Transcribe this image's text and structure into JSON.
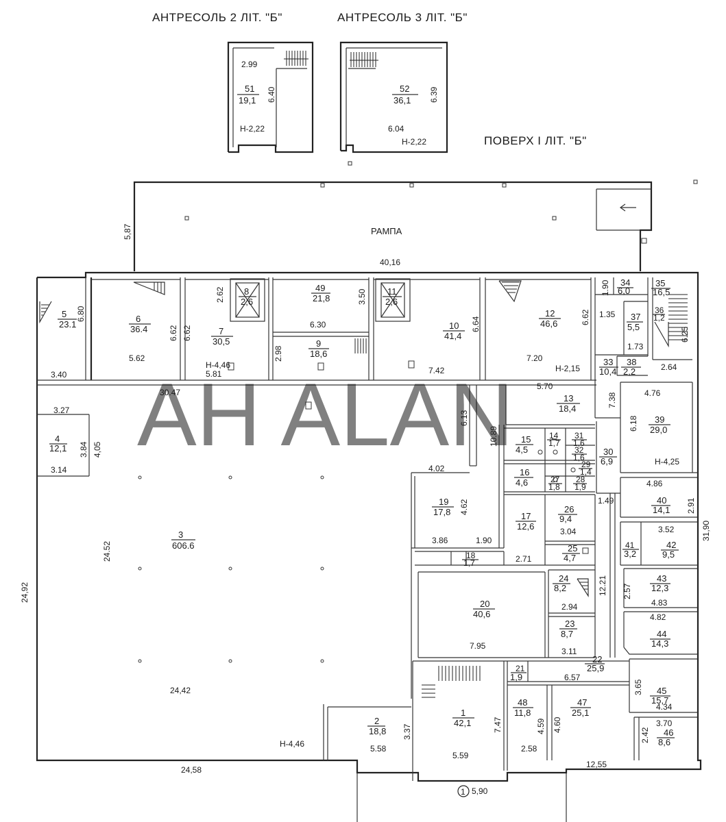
{
  "headers": {
    "mezz2": "АНТРЕСОЛЬ 2 ЛІТ. \"Б\"",
    "mezz3": "АНТРЕСОЛЬ 3 ЛІТ. \"Б\"",
    "floor": "ПОВЕРХ І ЛІТ. \"Б\"",
    "ramp": "РАМПА"
  },
  "watermark": "AH ALAN",
  "rooms": {
    "r1": {
      "n": "1",
      "a": "42,1"
    },
    "r2": {
      "n": "2",
      "a": "18,8"
    },
    "r3": {
      "n": "3",
      "a": "606.6"
    },
    "r4": {
      "n": "4",
      "a": "12,1"
    },
    "r5": {
      "n": "5",
      "a": "23.1"
    },
    "r6": {
      "n": "6",
      "a": "36.4"
    },
    "r7": {
      "n": "7",
      "a": "30,5"
    },
    "r8": {
      "n": "8",
      "a": "2,6"
    },
    "r9": {
      "n": "9",
      "a": "18,6"
    },
    "r10": {
      "n": "10",
      "a": "41,4"
    },
    "r11": {
      "n": "11",
      "a": "2,6"
    },
    "r12": {
      "n": "12",
      "a": "46,6"
    },
    "r13": {
      "n": "13",
      "a": "18,4"
    },
    "r14": {
      "n": "14",
      "a": "1,7"
    },
    "r15": {
      "n": "15",
      "a": "4,5"
    },
    "r16": {
      "n": "16",
      "a": "4,6"
    },
    "r17": {
      "n": "17",
      "a": "12,6"
    },
    "r18": {
      "n": "18",
      "a": "1,7"
    },
    "r19": {
      "n": "19",
      "a": "17,8"
    },
    "r20": {
      "n": "20",
      "a": "40,6"
    },
    "r21": {
      "n": "21",
      "a": "1,9"
    },
    "r22": {
      "n": "22",
      "a": "25,9"
    },
    "r23": {
      "n": "23",
      "a": "8,7"
    },
    "r24": {
      "n": "24",
      "a": "8,2"
    },
    "r25": {
      "n": "25",
      "a": "4,7"
    },
    "r26": {
      "n": "26",
      "a": "9,4"
    },
    "r27": {
      "n": "27",
      "a": "1,8"
    },
    "r28": {
      "n": "28",
      "a": "1,9"
    },
    "r29": {
      "n": "29",
      "a": "1,4"
    },
    "r30": {
      "n": "30",
      "a": "6,9"
    },
    "r31": {
      "n": "31",
      "a": "1,6"
    },
    "r32": {
      "n": "32",
      "a": "1,6"
    },
    "r33": {
      "n": "33",
      "a": "10,4"
    },
    "r34": {
      "n": "34",
      "a": "6,0"
    },
    "r35": {
      "n": "35",
      "a": "16,5"
    },
    "r36": {
      "n": "36",
      "a": "1,2"
    },
    "r37": {
      "n": "37",
      "a": "5,5"
    },
    "r38": {
      "n": "38",
      "a": "2,2"
    },
    "r39": {
      "n": "39",
      "a": "29,0"
    },
    "r40": {
      "n": "40",
      "a": "14,1"
    },
    "r41": {
      "n": "41",
      "a": "3,2"
    },
    "r42": {
      "n": "42",
      "a": "9,5"
    },
    "r43": {
      "n": "43",
      "a": "12,3"
    },
    "r44": {
      "n": "44",
      "a": "14,3"
    },
    "r45": {
      "n": "45",
      "a": "15,7"
    },
    "r46": {
      "n": "46",
      "a": "8,6"
    },
    "r47": {
      "n": "47",
      "a": "25,1"
    },
    "r48": {
      "n": "48",
      "a": "11,8"
    },
    "r49": {
      "n": "49",
      "a": "21,8"
    },
    "r51": {
      "n": "51",
      "a": "19,1"
    },
    "r52": {
      "n": "52",
      "a": "36,1"
    }
  },
  "heights": {
    "h51": "Н-2,22",
    "h52": "Н-2,22",
    "h7": "Н-4,46",
    "h12": "Н-2,15",
    "h39": "Н-4,25",
    "h2": "Н-4,46"
  },
  "dims": {
    "d_m51_w": "2.99",
    "d_m51_h": "6.40",
    "d_m52_h": "6.39",
    "d_m52_w": "6.04",
    "d_ramp_h": "5,87",
    "d_total_top": "40,16",
    "d5_h": "6.80",
    "d5_w": "3.40",
    "d6_h": "6.62",
    "d6_w": "5.62",
    "d7_h": "6.62",
    "d7_top": "2.62",
    "d7_w": "5.81",
    "d49_w": "6.30",
    "d49_h": "3.50",
    "d9_h": "2.98",
    "d10_h": "6.64",
    "d10_w": "7.42",
    "d12_h": "6.62",
    "d12_w": "7.20",
    "d34_h": "1.90",
    "d37_h": "1.35",
    "d37_w": "1.73",
    "d35_h": "6.25",
    "d35_w": "2.64",
    "d30_h": "7.38",
    "d39_w": "4.76",
    "d39_h": "6.18",
    "d13_w": "5.70",
    "d13_h": "6.13",
    "d3_w": "30.47",
    "d3_h": "24.52",
    "d3_bw": "24,42",
    "d4_w": "3.27",
    "d4_h": "3.84",
    "d4_h2": "4,05",
    "d4_bw": "3.14",
    "d_left_total": "24,92",
    "d_corr_h": "10.89",
    "d19_w": "4.02",
    "d19_h": "4.62",
    "d19_bw": "3.86",
    "d18_w": "1.90",
    "d17_w": "2.71",
    "d26_w": "3.04",
    "d40_w": "4.86",
    "d40_h": "2.91",
    "d_corr2_h": "1.49",
    "d42_w": "3.52",
    "d_right_total": "31,90",
    "d43_h": "2.57",
    "d43_w": "4.83",
    "d_corr3_h": "12.21",
    "d24_w": "2.94",
    "d44_w": "4.82",
    "d20_w": "7.95",
    "d23_w": "3.11",
    "d22_w": "6.57",
    "d45_h": "3.65",
    "d45_w": "4.34",
    "d1_h": "7.47",
    "d1_w": "5.59",
    "d2_h": "3.37",
    "d2_w": "5.58",
    "d48_h": "4.59",
    "d48_w": "2.58",
    "d47_h": "4.60",
    "d46_w": "3.70",
    "d46_h": "2.42",
    "d_bottom_left": "24,58",
    "d_bottom_right": "12,55",
    "d_entry": "5,90"
  },
  "marker": "1"
}
